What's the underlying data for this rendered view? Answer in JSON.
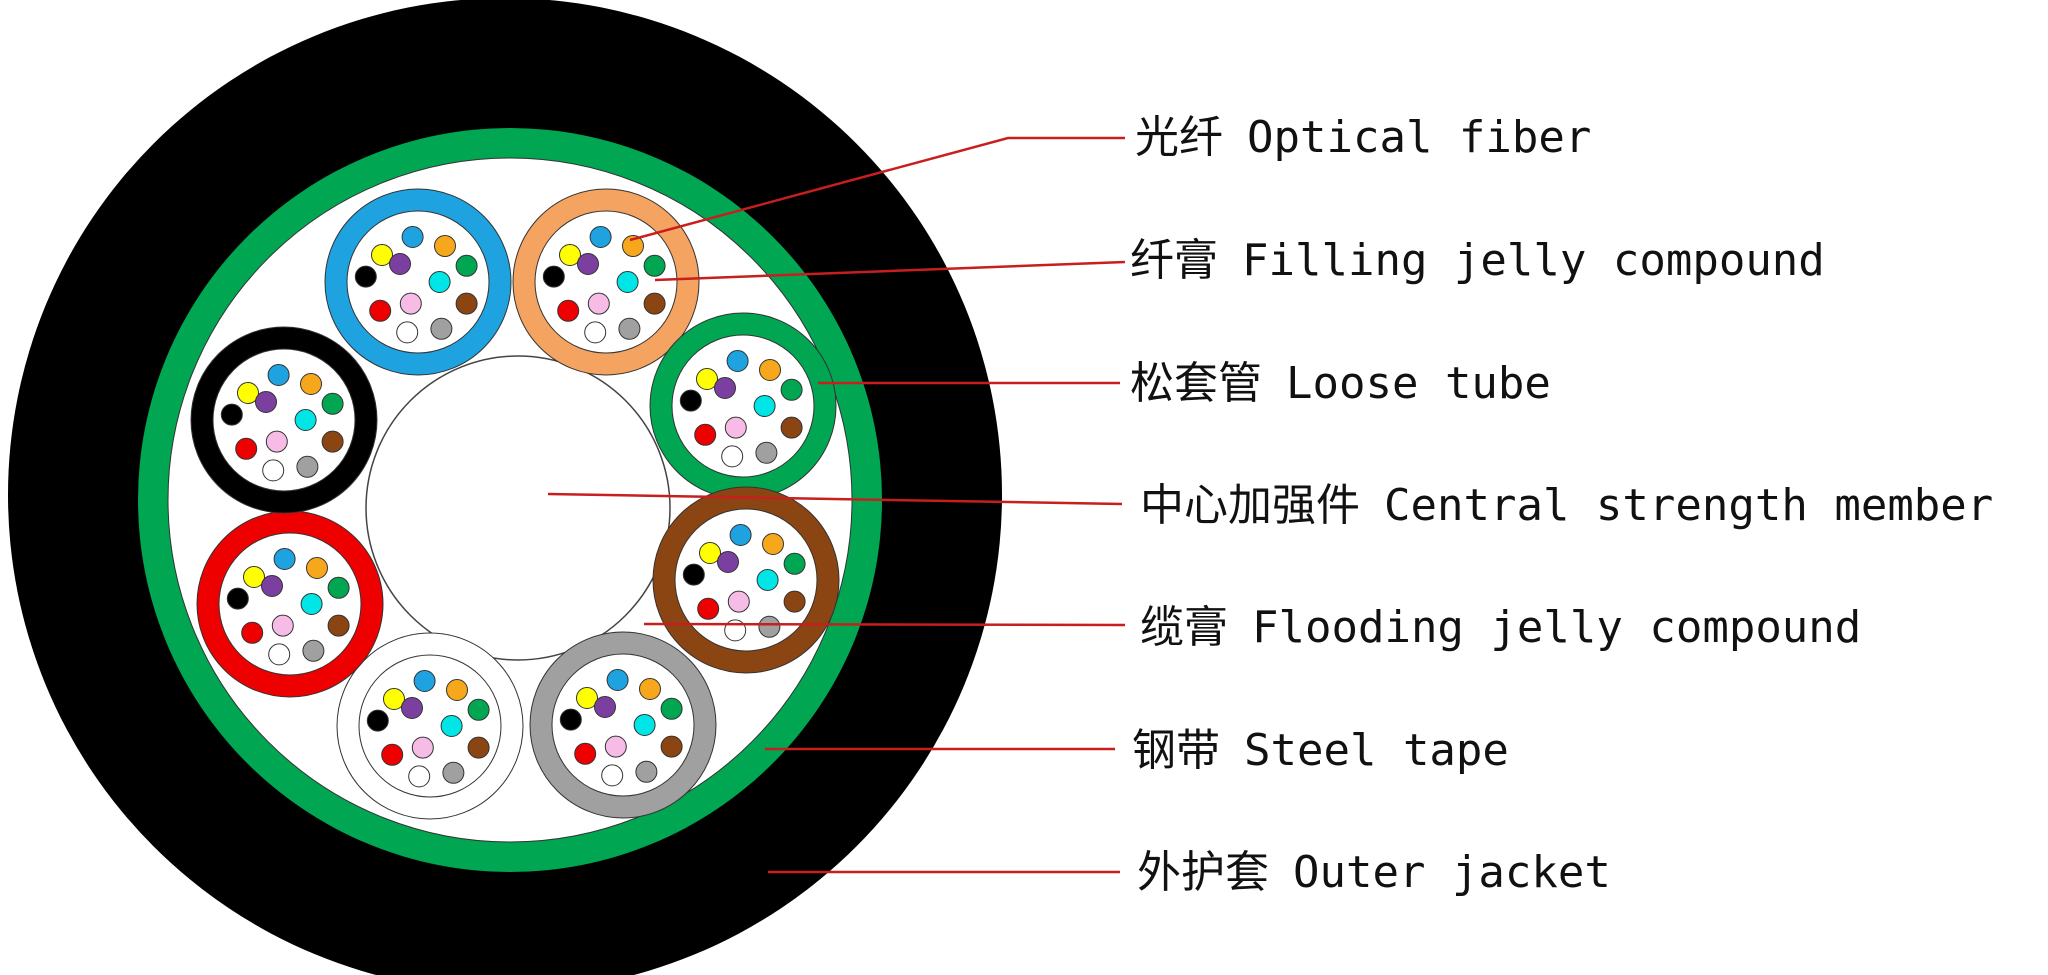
{
  "colors": {
    "outer_jacket": "#000000",
    "steel_tape": "#00a651",
    "flooding_jelly": "#ffffff",
    "leader_line": "#c81e1e",
    "label_text": "#111111"
  },
  "fiber_colors": [
    "#ffff00",
    "#1fa2e0",
    "#f7a71c",
    "#00a651",
    "#000000",
    "#7b3fa0",
    "#00e5e5",
    "#8b4513",
    "#ee0000",
    "#f6bce6",
    "#ffffff",
    "#a0a0a0"
  ],
  "loose_tube_colors": [
    "#1fa2e0",
    "#f4a460",
    "#00a651",
    "#8b4513",
    "#a0a0a0",
    "#ffffff",
    "#ee0000",
    "#000000"
  ],
  "labels": [
    {
      "id": "optical-fiber",
      "zh": "光纤",
      "en": "Optical fiber"
    },
    {
      "id": "filling-jelly",
      "zh": "纤膏",
      "en": "Filling jelly compound"
    },
    {
      "id": "loose-tube",
      "zh": "松套管",
      "en": "Loose tube"
    },
    {
      "id": "central-strength-member",
      "zh": "中心加强件",
      "en": "Central strength member"
    },
    {
      "id": "flooding-jelly",
      "zh": "缆膏",
      "en": "Flooding jelly compound"
    },
    {
      "id": "steel-tape",
      "zh": "钢带",
      "en": "Steel tape"
    },
    {
      "id": "outer-jacket",
      "zh": "外护套",
      "en": "Outer jacket"
    }
  ]
}
